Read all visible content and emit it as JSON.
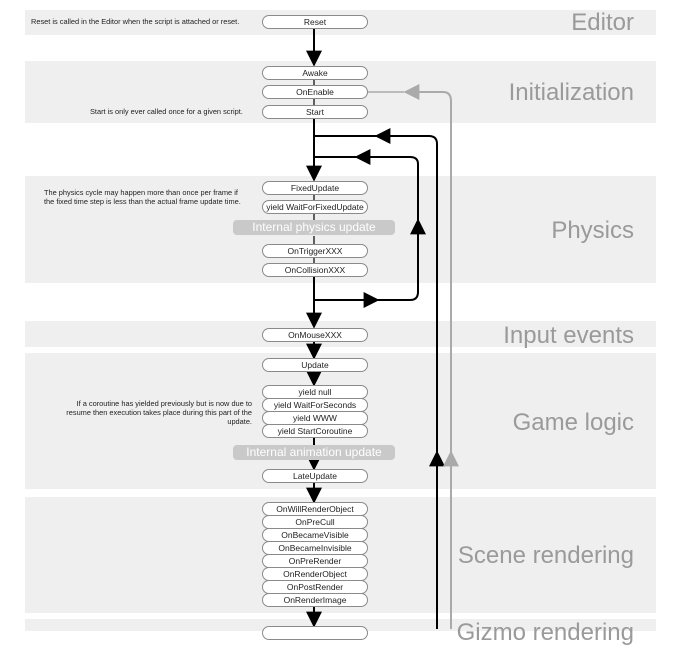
{
  "sections": {
    "editor": "Editor",
    "initialization": "Initialization",
    "physics": "Physics",
    "input_events": "Input events",
    "game_logic": "Game logic",
    "scene_rendering": "Scene rendering",
    "gizmo_rendering": "Gizmo rendering"
  },
  "nodes": {
    "reset": "Reset",
    "awake": "Awake",
    "on_enable": "OnEnable",
    "start": "Start",
    "fixed_update": "FixedUpdate",
    "yield_wait_for_fixed_update": "yield WaitForFixedUpdate",
    "on_trigger": "OnTriggerXXX",
    "on_collision": "OnCollisionXXX",
    "on_mouse": "OnMouseXXX",
    "update": "Update",
    "yield_null": "yield null",
    "yield_wait_for_seconds": "yield WaitForSeconds",
    "yield_www": "yield WWW",
    "yield_start_coroutine": "yield StartCoroutine",
    "late_update": "LateUpdate",
    "on_will_render_object": "OnWillRenderObject",
    "on_pre_cull": "OnPreCull",
    "on_became_visible": "OnBecameVisible",
    "on_became_invisible": "OnBecameInvisible",
    "on_pre_render": "OnPreRender",
    "on_render_object": "OnRenderObject",
    "on_post_render": "OnPostRender",
    "on_render_image": "OnRenderImage"
  },
  "internal_steps": {
    "physics": "Internal physics update",
    "animation": "Internal animation update"
  },
  "notes": {
    "reset": "Reset is called in the Editor when the script is attached or reset.",
    "start": "Start is only ever called once for a given script.",
    "physics_1": "The physics cycle may happen more than once per frame if",
    "physics_2": "the fixed time step is less than the actual frame update time.",
    "coroutine_1": "If a coroutine has yielded previously but is now due to",
    "coroutine_2": "resume then execution takes place during this part of the",
    "coroutine_3": "update."
  },
  "colors": {
    "band": "#efefef",
    "section_title": "#9a9a9a",
    "flow_arrow": "#000000",
    "enable_arrow": "#aaaaaa",
    "internal_step": "#c9c9c9"
  }
}
